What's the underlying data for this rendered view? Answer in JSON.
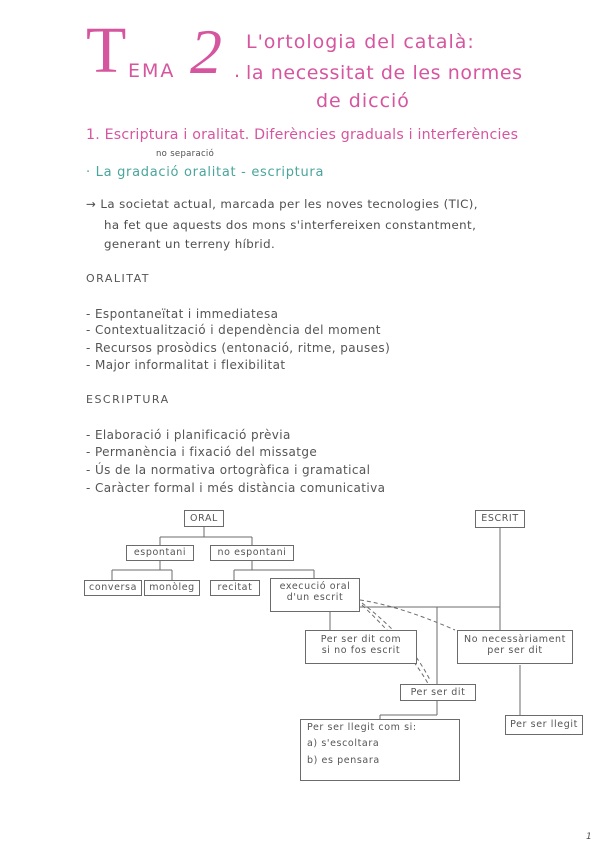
{
  "title": {
    "tema_big_t": "T",
    "tema_rest": "EMA",
    "number": "2",
    "dot": ".",
    "line1": "L'ortologia del català:",
    "line2": "la necessitat de les normes",
    "line3": "de dicció"
  },
  "section1": {
    "heading": "1. Escriptura i oralitat. Diferències graduals i interferències",
    "note": "no separació",
    "bullet": "· La gradació oralitat - escriptura",
    "arrow_text_1": "→ La societat actual, marcada per les noves tecnologies (TIC),",
    "arrow_text_2": "ha fet que aquests dos mons s'interfereixen constantment,",
    "arrow_text_3": "generant un terreny híbrid."
  },
  "oralitat": {
    "heading": "ORALITAT",
    "items": [
      "- Espontaneïtat i immediatesa",
      "- Contextualització i dependència del moment",
      "- Recursos prosòdics (entonació, ritme, pauses)",
      "- Major informalitat i flexibilitat"
    ]
  },
  "escriptura": {
    "heading": "ESCRIPTURA",
    "items": [
      "- Elaboració i planificació prèvia",
      "- Permanència i fixació del missatge",
      "- Ús de la normativa ortogràfica i gramatical",
      "- Caràcter formal i més distància comunicativa"
    ]
  },
  "diagram": {
    "oral": "ORAL",
    "escrit": "ESCRIT",
    "espontani": "espontani",
    "no_espontani": "no espontani",
    "conversa": "conversa",
    "monoleg": "monòleg",
    "recitat": "recitat",
    "execucio_1": "execució oral",
    "execucio_2": "d'un escrit",
    "per_ser_dit_com_1": "Per ser dit com",
    "per_ser_dit_com_2": "si no fos escrit",
    "no_necessariament_1": "No necessàriament",
    "no_necessariament_2": "per ser dit",
    "per_ser_dit": "Per ser dit",
    "per_ser_llegit_com_si": "Per ser llegit com si:",
    "opt_a": "a) s'escoltara",
    "opt_b": "b) es pensara",
    "per_ser_llegit": "Per ser llegit"
  },
  "page_number": "1",
  "colors": {
    "accent": "#d6559f",
    "teal": "#4aa59c",
    "ink": "#4f4f4f"
  }
}
